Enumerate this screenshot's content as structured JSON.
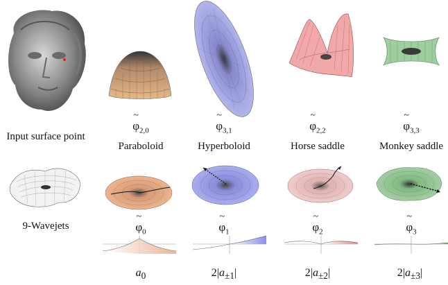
{
  "captions": {
    "input": "Input surface point",
    "paraboloid": "Paraboloid",
    "hyperboloid": "Hyperboloid",
    "horse": "Horse saddle",
    "monkey": "Monkey saddle",
    "wavejets": "9-Wavejets"
  },
  "phi_top": [
    {
      "sym": "φ",
      "sub": "2,0"
    },
    {
      "sym": "φ",
      "sub": "3,1"
    },
    {
      "sym": "φ",
      "sub": "2,2"
    },
    {
      "sym": "φ",
      "sub": "3,3"
    }
  ],
  "phi_bottom": [
    {
      "sym": "φ",
      "sub": "0"
    },
    {
      "sym": "φ",
      "sub": "1"
    },
    {
      "sym": "φ",
      "sub": "2"
    },
    {
      "sym": "φ",
      "sub": "3"
    }
  ],
  "coefficients": {
    "c0": {
      "pre": "",
      "a": "a",
      "sub": "0",
      "post": ""
    },
    "c1": {
      "pre": "2|",
      "a": "a",
      "sub": "±1",
      "post": "|"
    },
    "c2": {
      "pre": "2|",
      "a": "a",
      "sub": "±2",
      "post": "|"
    },
    "c3": {
      "pre": "2|",
      "a": "a",
      "sub": "±3",
      "post": "|"
    }
  },
  "colors": {
    "paraboloid": "#e0a878",
    "hyperboloid": "#9a9ee8",
    "horse": "#e88a8a",
    "monkey": "#8cc28c",
    "mesh": "#555555"
  }
}
